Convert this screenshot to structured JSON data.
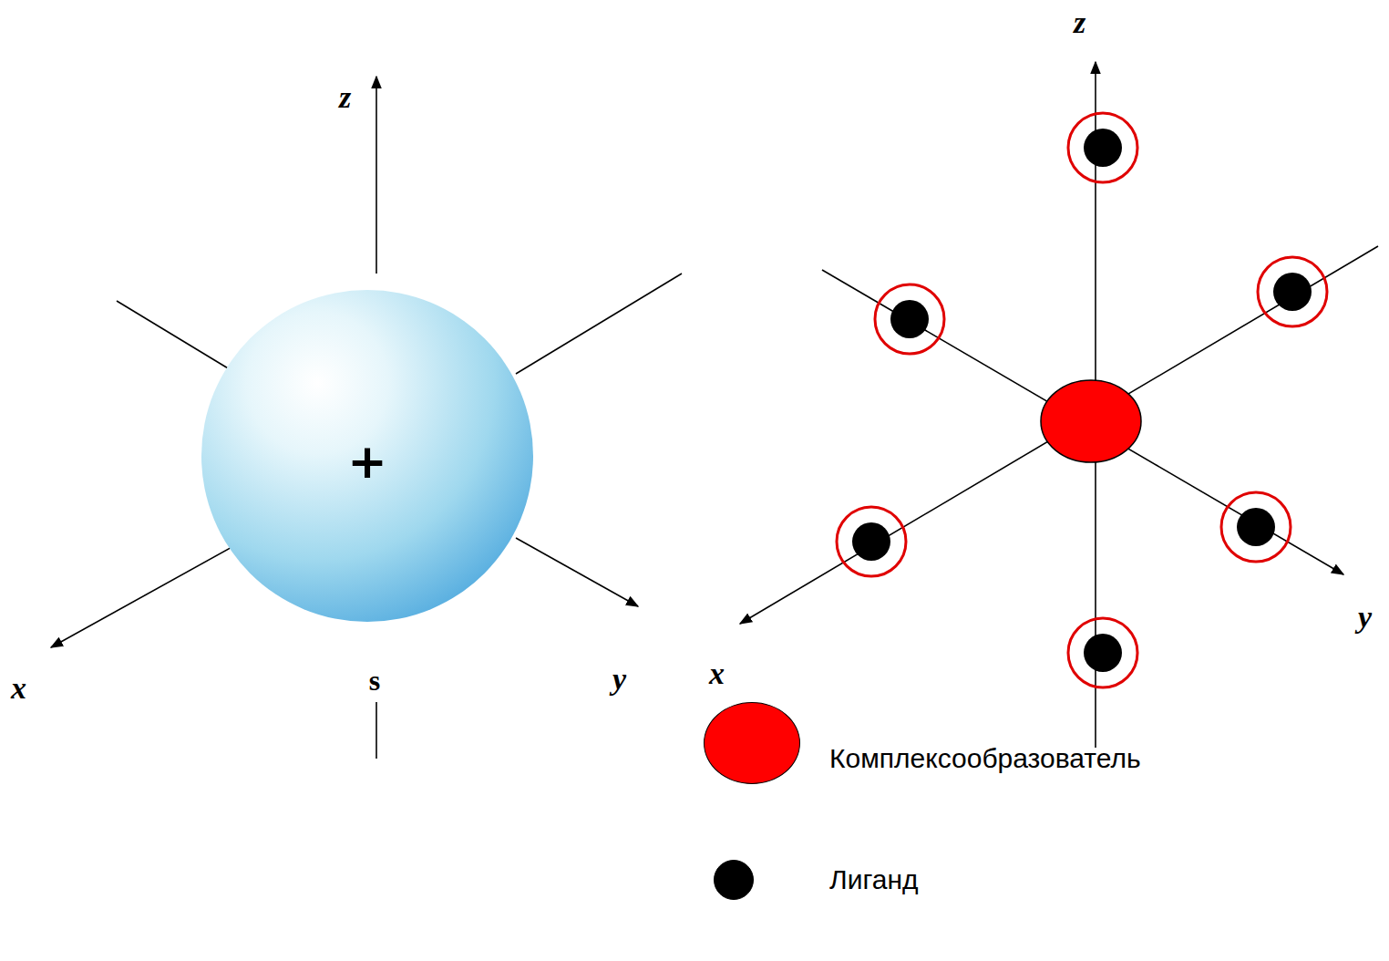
{
  "diagram": {
    "nodes": [
      {
        "text": [
          "+",
          "s"
        ]
      }
    ],
    "labels": [
      "z",
      "x",
      "y",
      "z",
      "x",
      "y"
    ],
    "legend": [
      {
        "text": "Комплексообразователь",
        "color": "#ff0000"
      },
      {
        "text": "Лиганд",
        "color": "#000000"
      }
    ]
  }
}
